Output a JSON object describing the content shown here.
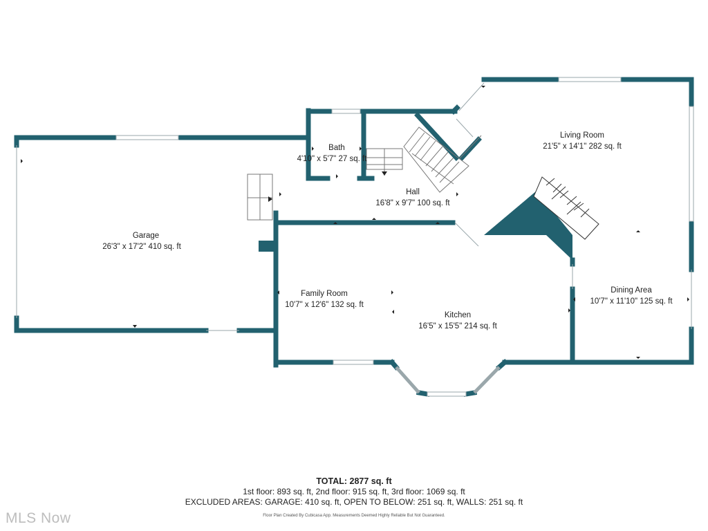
{
  "colors": {
    "wall": "#22616F",
    "window": "#9aa7ab",
    "text": "#222222",
    "watermark": "#bdbdbd"
  },
  "rooms": {
    "garage": {
      "name": "Garage",
      "dims": "26'3\" x 17'2\" 410 sq. ft"
    },
    "bath": {
      "name": "Bath",
      "dims": "4'10\" x 5'7\" 27 sq. ft"
    },
    "hall": {
      "name": "Hall",
      "dims": "16'8\" x 9'7\" 100 sq. ft"
    },
    "living_room": {
      "name": "Living Room",
      "dims": "21'5\" x 14'1\" 282 sq. ft"
    },
    "family_room": {
      "name": "Family Room",
      "dims": "10'7\" x 12'6\" 132 sq. ft"
    },
    "kitchen": {
      "name": "Kitchen",
      "dims": "16'5\" x 15'5\" 214 sq. ft"
    },
    "dining_area": {
      "name": "Dining Area",
      "dims": "10'7\" x 11'10\" 125 sq. ft"
    }
  },
  "summary": {
    "total": "TOTAL: 2877 sq. ft",
    "floors": "1st floor: 893 sq. ft, 2nd floor: 915 sq. ft, 3rd floor: 1069 sq. ft",
    "excluded": "EXCLUDED AREAS: GARAGE: 410 sq. ft, OPEN TO BELOW: 251 sq. ft, WALLS: 251 sq. ft",
    "disclaimer": "Floor Plan Created By Cubicasa App. Measurements Deemed Highly Reliable But Not Guaranteed."
  },
  "watermark": "MLS Now"
}
